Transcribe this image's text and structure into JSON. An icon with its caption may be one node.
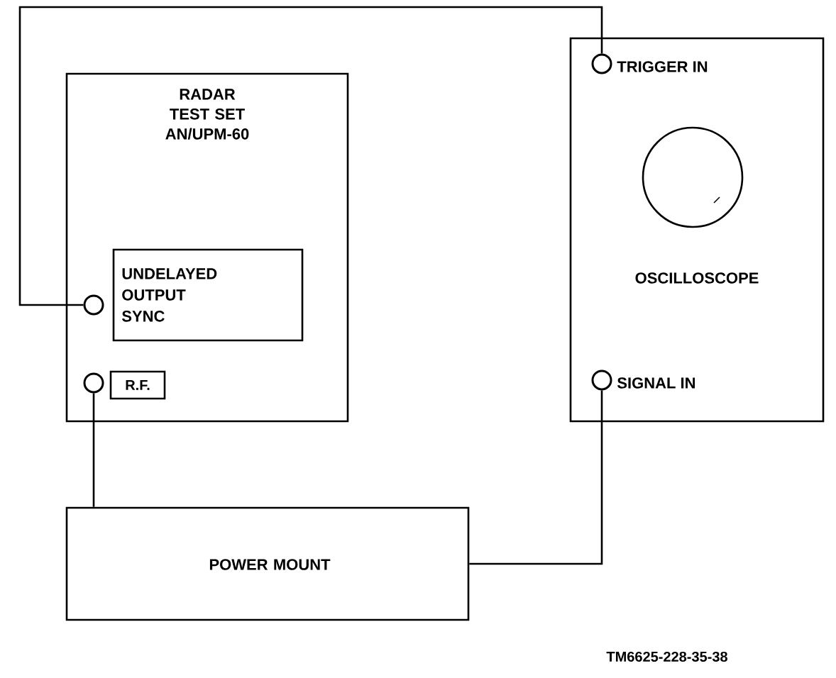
{
  "diagram": {
    "nodes": [
      {
        "text": [
          "RADAR TEST SET AN/UPM-60"
        ]
      },
      {
        "text": [],
        "shape": "circle",
        "in": 0
      },
      {
        "text": [
          "UNDELAYED OUTPUT SYNC"
        ],
        "in": 0
      },
      {
        "text": [],
        "shape": "circle",
        "in": 0
      },
      {
        "text": [
          "R.F."
        ],
        "in": 0
      },
      {
        "text": [
          "OSCILLOSCOPE"
        ]
      },
      {
        "text": [],
        "shape": "circle",
        "in": 5,
        "beside": [
          "TRIGGER IN"
        ]
      },
      {
        "text": [],
        "shape": "circle",
        "in": 5,
        "beside": [
          "SIGNAL IN"
        ]
      },
      {
        "text": [
          "POWER MOUNT"
        ]
      }
    ],
    "edges": [
      {
        "from": 1,
        "to": 6,
        "arrow": "none"
      },
      {
        "from": 3,
        "to": 8,
        "arrow": "none"
      },
      {
        "from": 8,
        "to": 7,
        "arrow": "none"
      }
    ],
    "labels": [
      "TM6625-228-35-38"
    ]
  }
}
